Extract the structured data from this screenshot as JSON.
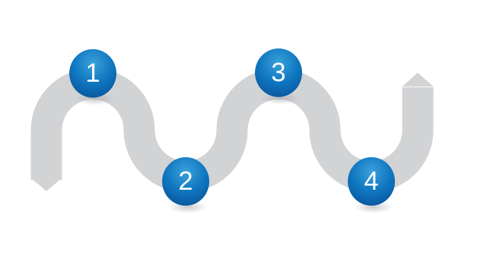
{
  "diagram": {
    "type": "serpentine-process-flow",
    "steps": [
      {
        "label": "1",
        "position": "top"
      },
      {
        "label": "2",
        "position": "bottom"
      },
      {
        "label": "3",
        "position": "top"
      },
      {
        "label": "4",
        "position": "bottom"
      }
    ],
    "colors": {
      "background": "#ffffff",
      "ribbon": "#d2d3d5",
      "node_highlight": "#3aa2dc",
      "node_mid": "#0f76c0",
      "node_edge": "#084f94",
      "node_label": "#ffffff",
      "shadow": "#9fa1a6"
    }
  }
}
